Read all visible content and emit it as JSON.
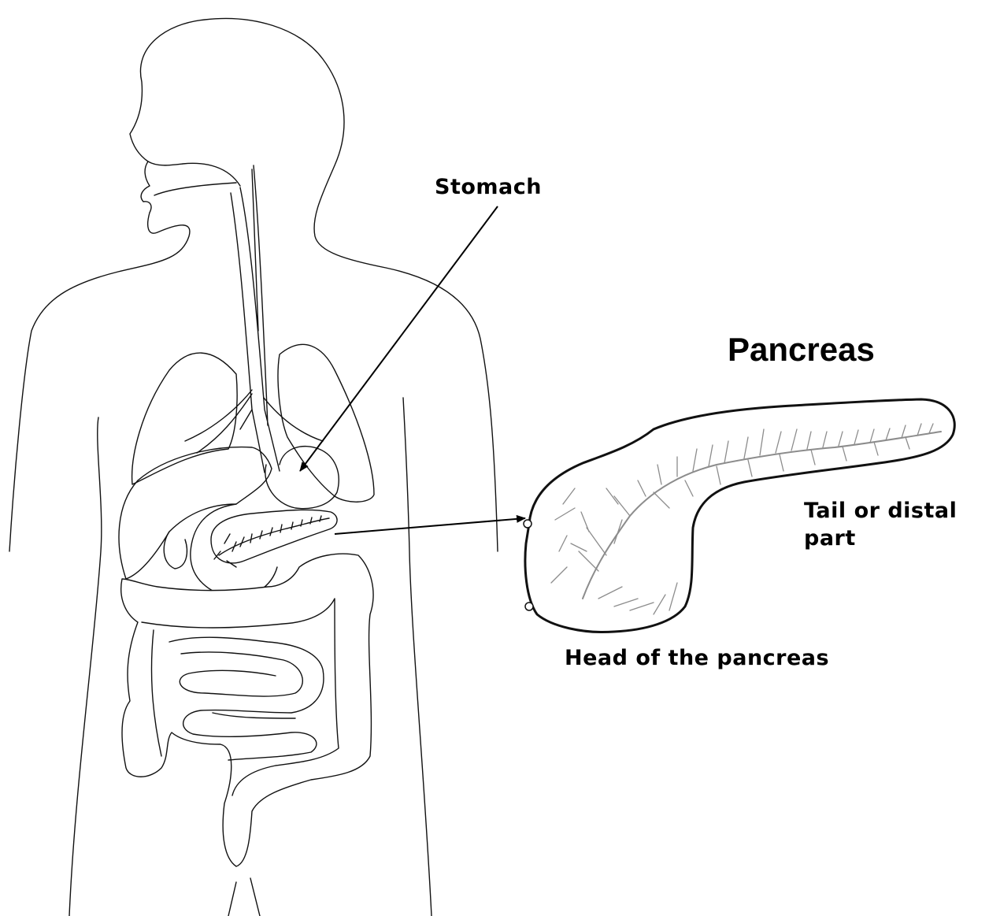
{
  "diagram": {
    "title": "Pancreas",
    "labels": {
      "stomach": "Stomach",
      "tail": "Tail or distal\npart",
      "head": "Head of the pancreas"
    },
    "colors": {
      "line": "#111111",
      "duct": "#8c8c8c",
      "background": "#ffffff"
    }
  }
}
